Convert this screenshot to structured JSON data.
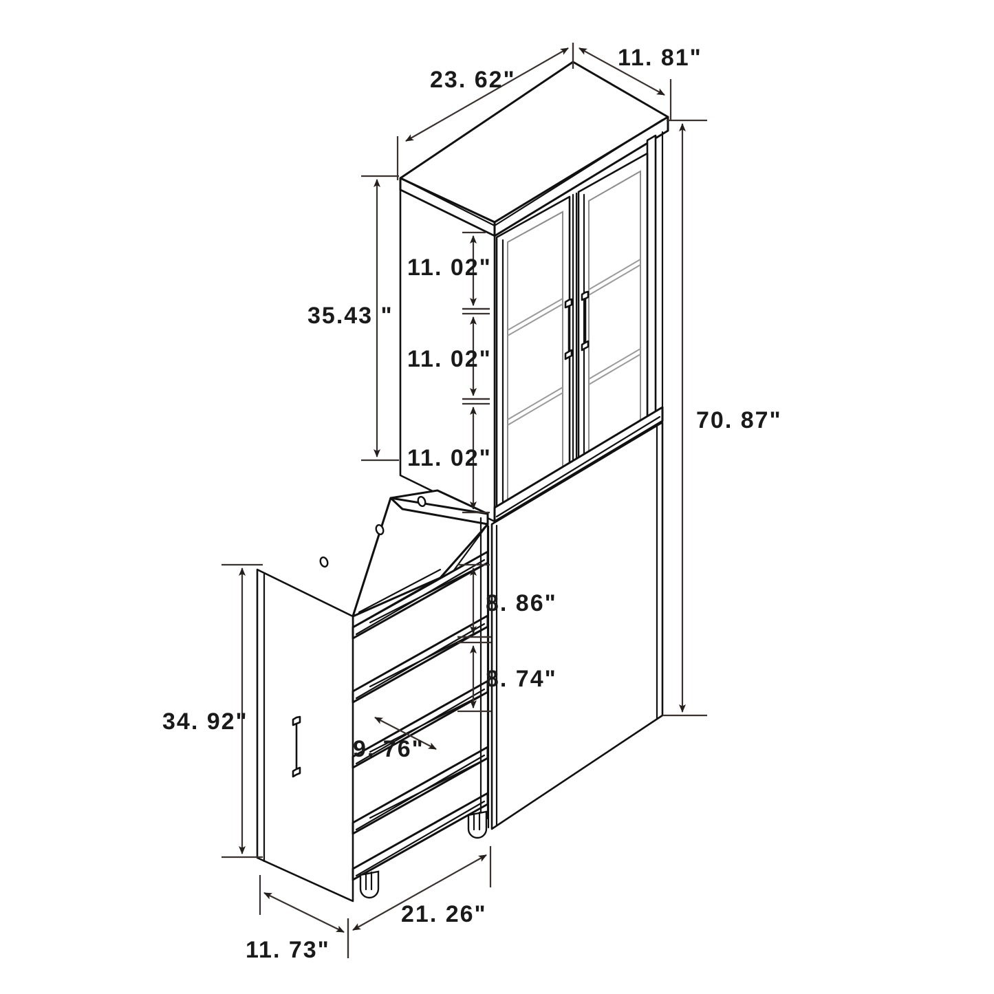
{
  "drawing": {
    "title": "Cabinet dimensioned isometric drawing",
    "unit": "inch",
    "line_color": "#111111",
    "text_color": "#1a1a1a",
    "background": "#ffffff"
  },
  "dimensions": {
    "top_width": "23. 62\"",
    "top_depth": "11. 81\"",
    "overall_height": "70. 87\"",
    "upper_cabinet_height": "35.43 \"",
    "upper_shelf_1": "11. 02\"",
    "upper_shelf_2": "11. 02\"",
    "upper_shelf_3": "11. 02\"",
    "lower_shelf_1": "8. 86\"",
    "lower_shelf_2": "8. 74\"",
    "pullout_shelf_depth": "9. 76\"",
    "pullout_height": "34. 92\"",
    "pullout_front_width": "11. 73\"",
    "pullout_side_length": "21. 26\""
  },
  "parts": {
    "upper_cabinet": "upper-glass-door-cabinet",
    "upper_left_door": "glass-door-left",
    "upper_right_door": "glass-door-right",
    "upper_left_handle": "door-handle-left",
    "upper_right_handle": "door-handle-right",
    "lower_cabinet_door": "lower-cabinet-door-panel",
    "pullout_unit": "pull-out-shelf-unit",
    "pullout_door": "pull-out-door-panel",
    "pullout_handle": "pull-out-door-handle",
    "casters": "caster-wheels",
    "screw_holes": "screw-holes"
  }
}
